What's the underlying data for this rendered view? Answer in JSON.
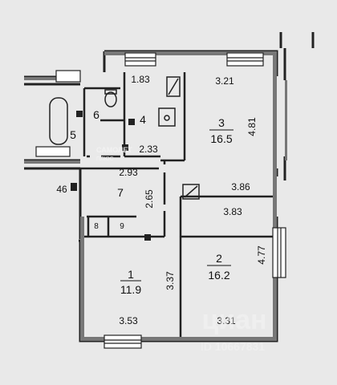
{
  "plan": {
    "rooms": [
      {
        "number": "1",
        "area": "11.9"
      },
      {
        "number": "2",
        "area": "16.2"
      },
      {
        "number": "3",
        "area": "16.5"
      },
      {
        "number": "4"
      },
      {
        "number": "5"
      },
      {
        "number": "6"
      },
      {
        "number": "7"
      },
      {
        "number": "8"
      },
      {
        "number": "9"
      }
    ],
    "dimensions": {
      "d_1_83": "1.83",
      "d_3_21": "3.21",
      "d_4_81": "4.81",
      "d_2_33": "2.33",
      "d_2_93": "2.93",
      "d_2_65": "2.65",
      "d_3_86": "3.86",
      "d_3_83": "3.83",
      "d_4_77": "4.77",
      "d_3_37": "3.37",
      "d_3_53": "3.53",
      "d_3_31": "3.31",
      "d_46": "46"
    }
  },
  "watermark": {
    "logo_text": "САМОЛЕТ\nПЛЮС",
    "brand": "циан",
    "listing_id": "ID 10667831"
  }
}
